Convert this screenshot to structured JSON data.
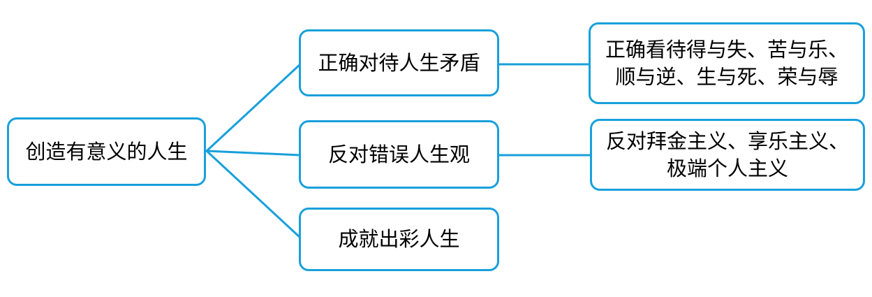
{
  "diagram": {
    "type": "mind-map",
    "title": "创造有意义的人生",
    "accent_color": "#18a0db",
    "text_color": "#000000",
    "background_color": "#ffffff",
    "root": {
      "label": "创造有意义的人生"
    },
    "branches": [
      {
        "label": "正确对待人生矛盾",
        "detail": "正确看待得与失、苦与乐、\n顺与逆、生与死、荣与辱"
      },
      {
        "label": "反对错误人生观",
        "detail": "反对拜金主义、享乐主义、\n极端个人主义"
      },
      {
        "label": "成就出彩人生",
        "detail": ""
      }
    ]
  }
}
